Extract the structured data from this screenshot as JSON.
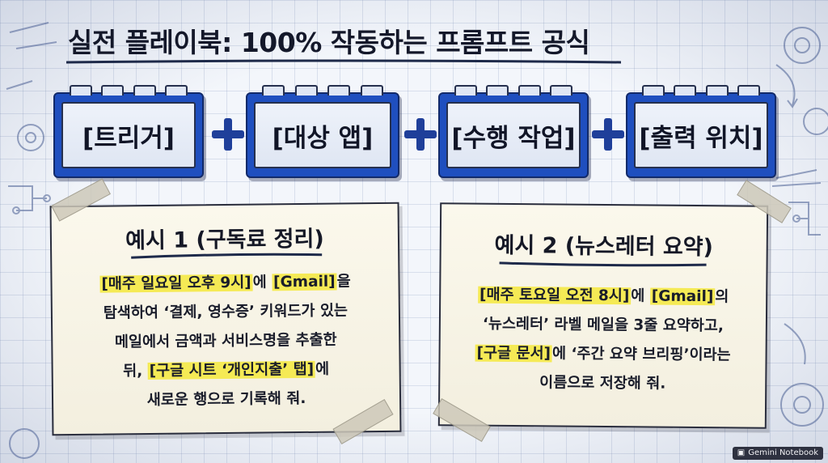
{
  "title": "실전 플레이북: 100% 작동하는 프롬프트 공식",
  "formula": {
    "blocks": [
      {
        "label": "[트리거]"
      },
      {
        "label": "[대상 앱]"
      },
      {
        "label": "[수행 작업]"
      },
      {
        "label": "[출력 위치]"
      }
    ]
  },
  "examples": [
    {
      "title": "예시 1 (구독료 정리)",
      "lines": [
        {
          "hl1": "[매주 일요일 오후 9시]",
          "t1": "에 ",
          "hl2": "[Gmail]",
          "t2": "을"
        },
        {
          "t1": "탐색하여 ‘결제, 영수증’ 키워드가 있는"
        },
        {
          "t1": "메일에서 금액과 서비스명을 추출한"
        },
        {
          "t0": "뒤, ",
          "hl1": "[구글 시트 ‘개인지출’ 탭]",
          "t1": "에"
        },
        {
          "t1": "새로운 행으로 기록해 줘."
        }
      ]
    },
    {
      "title": "예시 2 (뉴스레터 요약)",
      "lines": [
        {
          "hl1": "[매주 토요일 오전 8시]",
          "t1": "에 ",
          "hl2": "[Gmail]",
          "t2": "의"
        },
        {
          "t1": "‘뉴스레터’ 라벨 메일을 3줄 요약하고,"
        },
        {
          "hl1": "[구글 문서]",
          "t1": "에 ‘주간 요약 브리핑’이라는"
        },
        {
          "t1": "이름으로 저장해 줘."
        }
      ]
    }
  ],
  "badge": {
    "label": "Gemini Notebook",
    "icon": "notebook-icon"
  },
  "colors": {
    "accent": "#1f4fbf",
    "highlight": "#f5ea55",
    "paper": "#fbf8ec"
  }
}
